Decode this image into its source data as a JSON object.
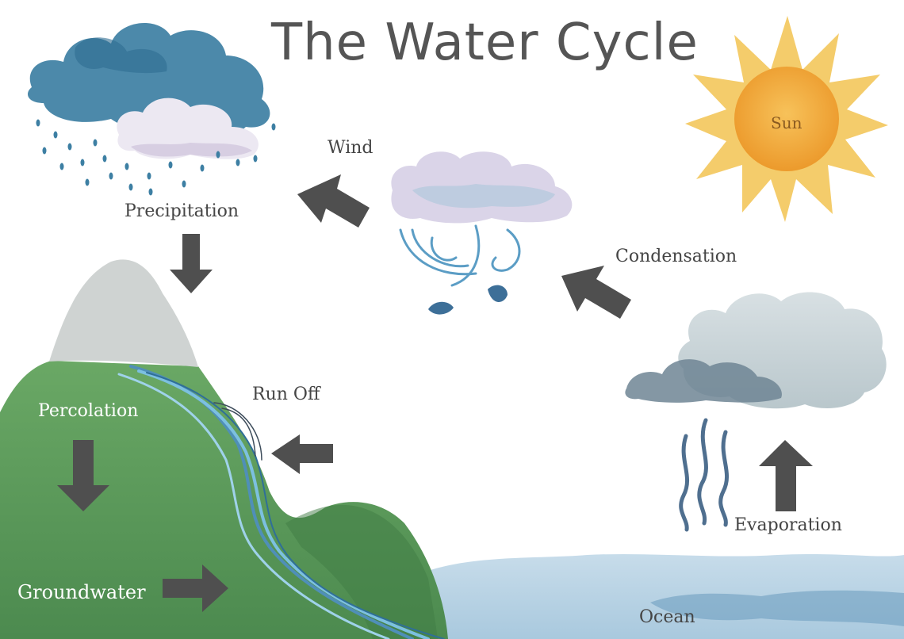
{
  "title": "The Water Cycle",
  "labels": {
    "sun": "Sun",
    "wind": "Wind",
    "precipitation": "Precipitation",
    "condensation": "Condensation",
    "run_off": "Run Off",
    "percolation": "Percolation",
    "evaporation": "Evaporation",
    "groundwater": "Groundwater",
    "ocean": "Ocean"
  },
  "colors": {
    "arrow": "#4f4f4f",
    "sun": "#f2a83a",
    "sun_rays": "#f3c65b",
    "rain_cloud": "#3f7ea0",
    "mountain_green": "#5a9a5b",
    "snow_cap": "#cfd3d2",
    "river": "#6fb3d6",
    "ocean": "#a8cbe0",
    "steam": "#4f6f8f"
  }
}
